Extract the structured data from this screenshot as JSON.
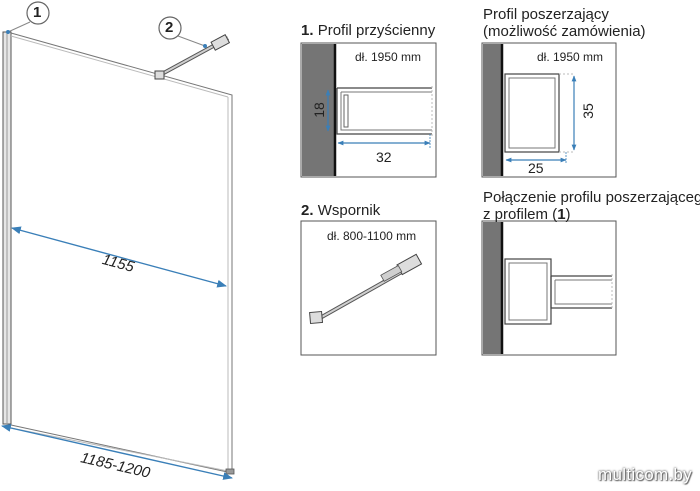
{
  "callouts": {
    "c1": "1",
    "c2": "2"
  },
  "main": {
    "dim_inner": "1155",
    "dim_total": "1185-1200"
  },
  "profile_wall": {
    "num": "1.",
    "title": "Profil przyścienny",
    "length": "dł. 1950 mm",
    "dim_height": "18",
    "dim_width": "32"
  },
  "profile_ext": {
    "title_line1": "Profil poszerzający",
    "title_line2": "(możliwość zamówienia)",
    "length": "dł. 1950 mm",
    "dim_height": "35",
    "dim_width": "25"
  },
  "support": {
    "num": "2.",
    "title": "Wspornik",
    "length": "dł. 800-1100 mm"
  },
  "connection": {
    "title_line1": "Połączenie profilu poszerzającego",
    "title_prefix": "z profilem (",
    "title_num": "1",
    "title_suffix": ")"
  },
  "watermark": "multicom.by",
  "colors": {
    "dimension": "#3a7fb8",
    "wall": "#707070",
    "outline": "#333333"
  }
}
